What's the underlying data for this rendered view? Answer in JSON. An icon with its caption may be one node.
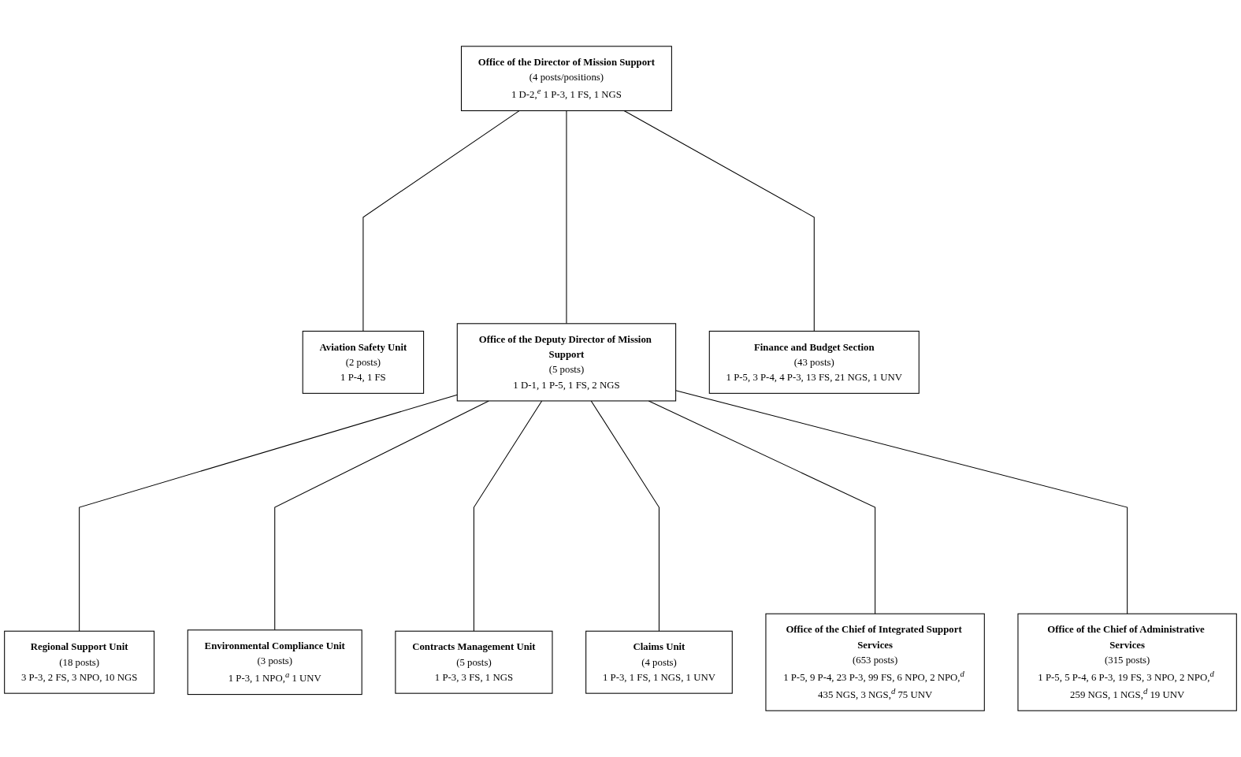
{
  "diagram": {
    "nodes": [
      {
        "text": [
          "Office of the Director of Mission Support",
          "(4 posts/positions)",
          "1 D-2,$^{e}$ 1 P-3, 1 FS, 1 NGS"
        ]
      },
      {
        "text": [
          "Aviation Safety Unit",
          "(2 posts)",
          "1 P-4, 1 FS"
        ]
      },
      {
        "text": [
          "Finance and Budget Section",
          "(43 posts)",
          "1 P-5, 3 P-4, 4 P-3, 13 FS, 21 NGS, 1 UNV"
        ]
      },
      {
        "text": [
          "Office of the Deputy Director of Mission Support",
          "(5 posts)",
          "1 D-1, 1 P-5, 1 FS, 2 NGS"
        ]
      },
      {
        "text": [
          "Regional Support Unit",
          "(18 posts)",
          "3 P-3, 2 FS, 3 NPO, 10 NGS"
        ]
      },
      {
        "text": [
          "Environmental Compliance Unit",
          "(3 posts)",
          "1 P-3, 1 NPO,$^{a}$ 1 UNV"
        ]
      },
      {
        "text": [
          "Contracts Management Unit",
          "(5 posts)",
          "1 P-3, 3 FS, 1 NGS"
        ]
      },
      {
        "text": [
          "Claims Unit",
          "(4 posts)",
          "1 P-3, 1 FS, 1 NGS, 1 UNV"
        ]
      },
      {
        "text": [
          "Office of the Chief of Integrated Support Services",
          "(653 posts)",
          "1 P-5, 9 P-4, 23 P-3, 99 FS, 6 NPO, 2 NPO,$^{d}$ 435 NGS, 3 NGS,$^{d}$ 75 UNV"
        ]
      },
      {
        "text": [
          "Office of the Chief of Administrative Services",
          "(315 posts)",
          "1 P-5, 5 P-4, 6 P-3, 19 FS, 3 NPO, 2 NPO,$^{d}$ 259 NGS, 1 NGS,$^{d}$ 19 UNV"
        ]
      }
    ],
    "edges": [
      {
        "from": 0,
        "to": 1,
        "arrow": "none"
      },
      {
        "from": 0,
        "to": 2,
        "arrow": "none"
      },
      {
        "from": 0,
        "to": 3,
        "arrow": "none"
      },
      {
        "from": 3,
        "to": 4,
        "arrow": "none"
      },
      {
        "from": 3,
        "to": 5,
        "arrow": "none"
      },
      {
        "from": 3,
        "to": 6,
        "arrow": "none"
      },
      {
        "from": 3,
        "to": 7,
        "arrow": "none"
      },
      {
        "from": 3,
        "to": 8,
        "arrow": "none"
      },
      {
        "from": 3,
        "to": 9,
        "arrow": "none"
      }
    ]
  }
}
